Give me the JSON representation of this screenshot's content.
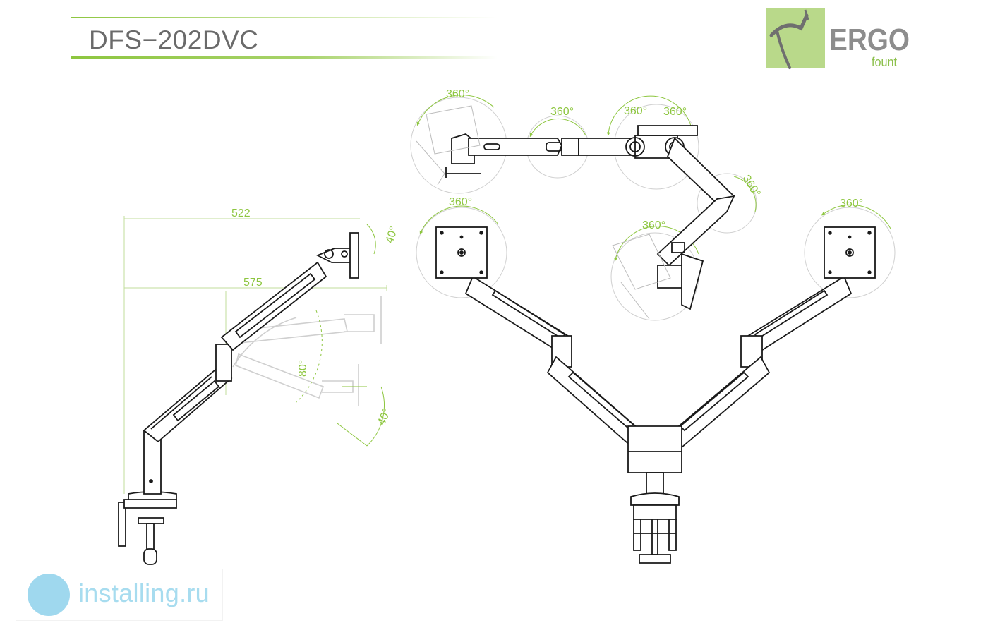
{
  "header": {
    "model": "DFS−202DVC"
  },
  "logo": {
    "main": "ERGO",
    "sub": "fount",
    "icon": "ergo-arc-icon"
  },
  "watermark": {
    "text": "installing.ru",
    "icon": "installing-logo-icon"
  },
  "side_view": {
    "dim_upper": "522",
    "dim_lower": "575",
    "tilt_top": "40°",
    "tilt_bottom": "40°",
    "lift_angle": "80°"
  },
  "top_view": {
    "rot_plate": "360°",
    "rot_joint_1": "360°",
    "rot_joint_2": "360°",
    "rot_joint_3": "360°",
    "rot_joint_4": "360°",
    "rot_plate_2": "360°"
  },
  "front_view": {
    "rot_left": "360°",
    "rot_right": "360°"
  },
  "colors": {
    "accent": "#8dc63f",
    "line": "#1a1a1a",
    "ghost": "#c8c8c8",
    "title": "#6a6a6a",
    "logo_box": "#b9d98a"
  }
}
